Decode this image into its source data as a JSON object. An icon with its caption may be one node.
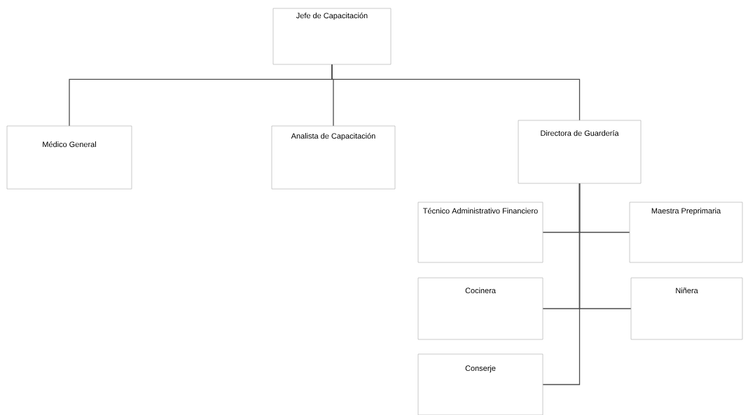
{
  "diagram": {
    "nodes": [
      {
        "text": [
          "Jefe de Capacitación"
        ]
      },
      {
        "text": [
          "Médico General"
        ]
      },
      {
        "text": [
          "Analista de Capacitación"
        ]
      },
      {
        "text": [
          "Directora de Guardería"
        ]
      },
      {
        "text": [
          "Técnico Administrativo Financiero"
        ]
      },
      {
        "text": [
          "Maestra Preprimaria"
        ]
      },
      {
        "text": [
          "Cocinera"
        ]
      },
      {
        "text": [
          "Niñera"
        ]
      },
      {
        "text": [
          "Conserje"
        ]
      }
    ],
    "edges": [
      {
        "from": 0,
        "to": 1,
        "arrow": "none"
      },
      {
        "from": 0,
        "to": 2,
        "arrow": "none"
      },
      {
        "from": 0,
        "to": 3,
        "arrow": "none"
      },
      {
        "from": 3,
        "to": 4,
        "arrow": "none"
      },
      {
        "from": 3,
        "to": 5,
        "arrow": "none"
      },
      {
        "from": 3,
        "to": 6,
        "arrow": "none"
      },
      {
        "from": 3,
        "to": 7,
        "arrow": "none"
      },
      {
        "from": 3,
        "to": 8,
        "arrow": "none"
      }
    ]
  }
}
